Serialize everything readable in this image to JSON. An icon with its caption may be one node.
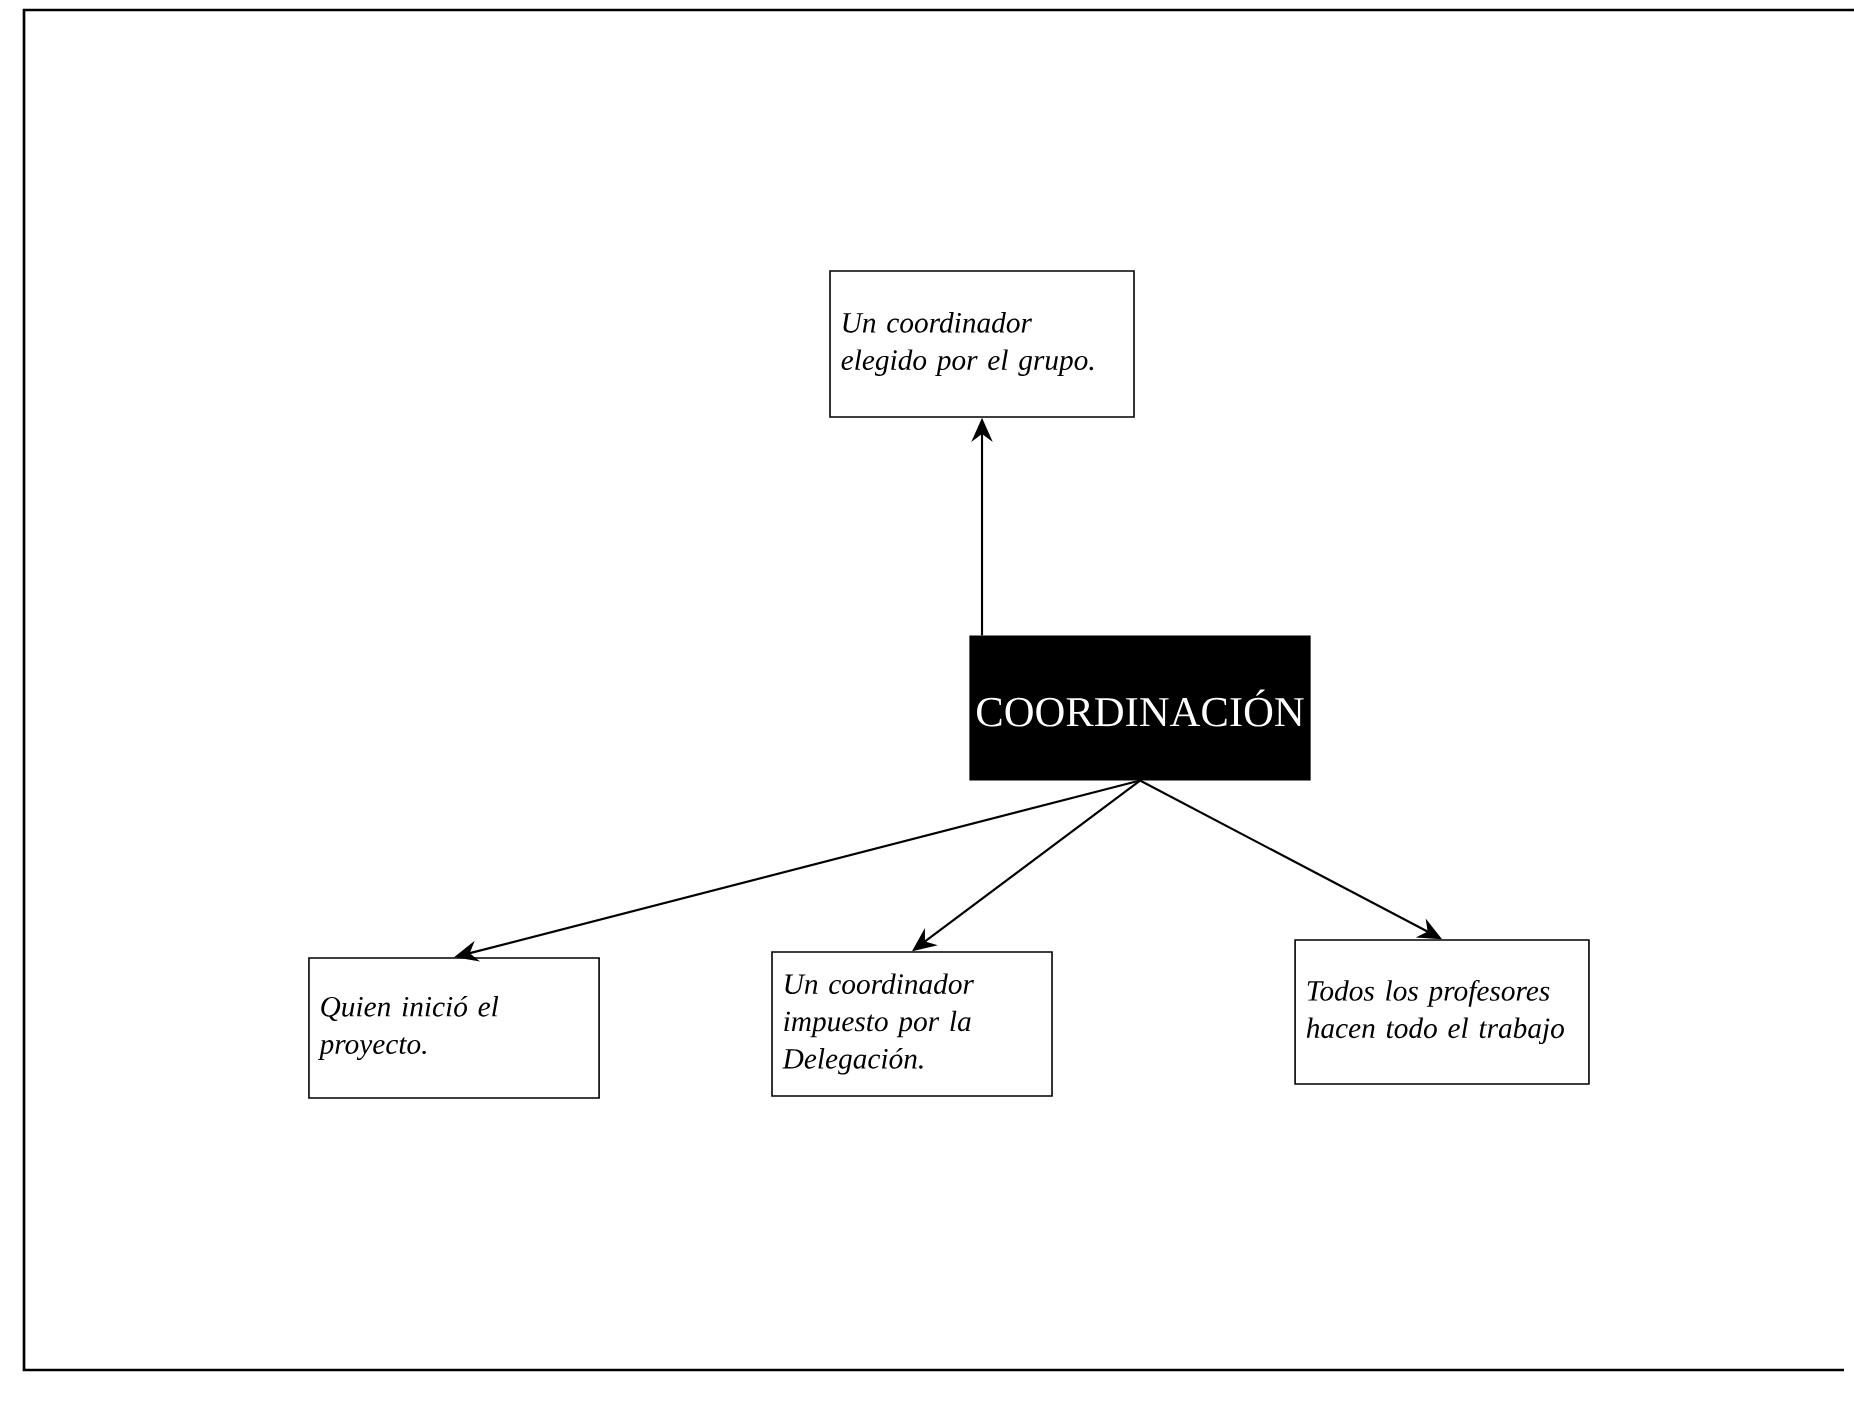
{
  "diagram": {
    "nodes": [
      {
        "text": [
          "COORDINACIÓN"
        ]
      },
      {
        "text": [
          "Un coordinador elegido por el grupo."
        ]
      },
      {
        "text": [
          "Quien inició el proyecto."
        ]
      },
      {
        "text": [
          "Un coordinador impuesto por la Delegación."
        ]
      },
      {
        "text": [
          "Todos los profesores hacen todo el trabajo"
        ]
      }
    ],
    "edges": [
      {
        "from": 0,
        "to": 1,
        "arrow": "to"
      },
      {
        "from": 0,
        "to": 2,
        "arrow": "to"
      },
      {
        "from": 0,
        "to": 3,
        "arrow": "to"
      },
      {
        "from": 0,
        "to": 4,
        "arrow": "to"
      }
    ]
  }
}
